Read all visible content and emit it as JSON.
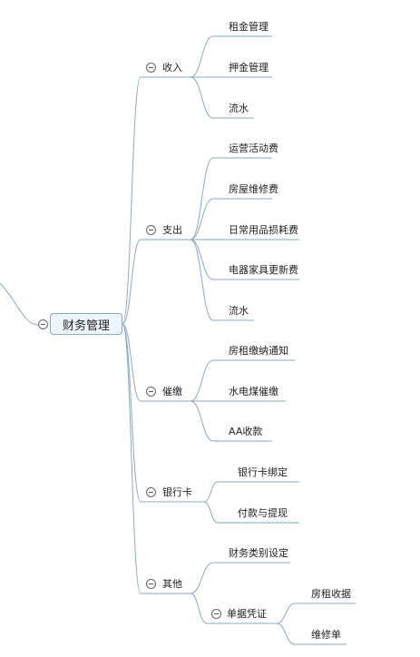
{
  "root": {
    "label": "财务管理"
  },
  "branches": [
    {
      "label": "收入",
      "children": [
        "租金管理",
        "押金管理",
        "流水"
      ]
    },
    {
      "label": "支出",
      "children": [
        "运营活动费",
        "房屋维修费",
        "日常用品损耗费",
        "电器家具更新费",
        "流水"
      ]
    },
    {
      "label": "催缴",
      "children": [
        "房租缴纳通知",
        "水电煤催缴",
        "AA收款"
      ]
    },
    {
      "label": "银行卡",
      "children": [
        "银行卡绑定",
        "付款与提现"
      ]
    },
    {
      "label": "其他",
      "children": [
        "财务类别设定"
      ],
      "sub": {
        "label": "单据凭证",
        "children": [
          "房租收据",
          "维修单"
        ]
      }
    }
  ],
  "colors": {
    "line": "#8aa9bf"
  }
}
